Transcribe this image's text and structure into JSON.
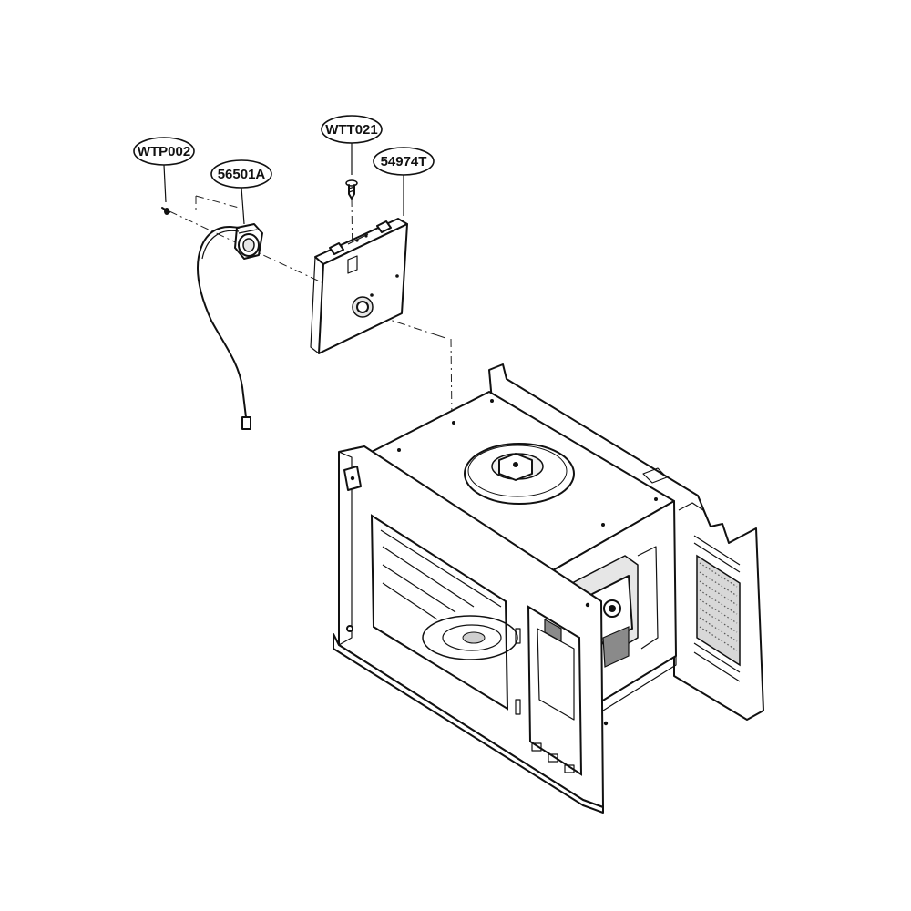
{
  "callouts": [
    {
      "id": "wtp002",
      "label": "WTP002"
    },
    {
      "id": "56501a",
      "label": "56501A"
    },
    {
      "id": "wtt021",
      "label": "WTT021"
    },
    {
      "id": "54974t",
      "label": "54974T"
    }
  ]
}
